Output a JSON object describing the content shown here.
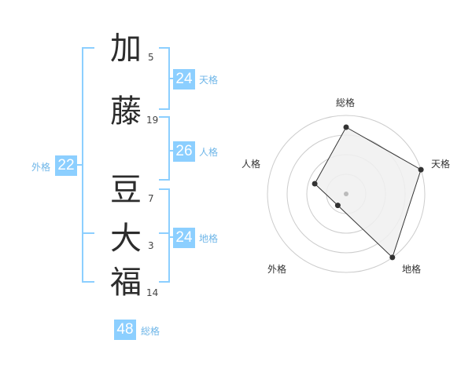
{
  "name": {
    "characters": [
      {
        "char": "加",
        "strokes": "5"
      },
      {
        "char": "藤",
        "strokes": "19"
      },
      {
        "char": "豆",
        "strokes": "7"
      },
      {
        "char": "大",
        "strokes": "3"
      },
      {
        "char": "福",
        "strokes": "14"
      }
    ]
  },
  "fortune": {
    "tenkaku": {
      "value": "24",
      "label": "天格"
    },
    "jinkaku": {
      "value": "26",
      "label": "人格"
    },
    "chikaku": {
      "value": "24",
      "label": "地格"
    },
    "gaikaku": {
      "value": "22",
      "label": "外格"
    },
    "soukaku": {
      "value": "48",
      "label": "総格"
    }
  },
  "chart_data": {
    "type": "radar",
    "axes": [
      "総格",
      "天格",
      "地格",
      "外格",
      "人格"
    ],
    "values": [
      0.85,
      1.0,
      1.0,
      0.18,
      0.42
    ],
    "range": [
      0,
      1
    ],
    "rings": 4,
    "fill_color": "#f0f0f0",
    "line_color": "#333333",
    "grid_color": "#cccccc"
  }
}
